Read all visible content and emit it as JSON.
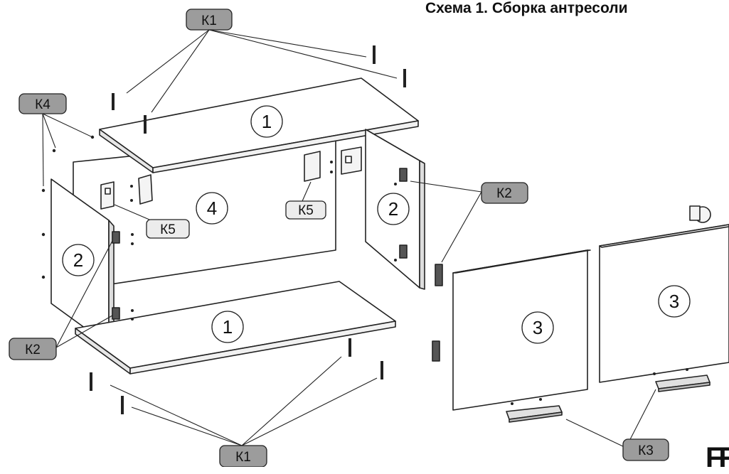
{
  "title": "Схема 1. Сборка антресоли",
  "corner_mark": "FF",
  "part_numbers": {
    "top_shelf": "1",
    "bottom_shelf": "1",
    "left_side": "2",
    "right_side": "2",
    "back_panel": "4",
    "left_door": "3",
    "right_door": "3"
  },
  "callouts": {
    "k1_top": "К1",
    "k1_bottom": "К1",
    "k4": "К4",
    "k5_left": "К5",
    "k5_right": "К5",
    "k2_right": "К2",
    "k2_left": "К2",
    "k3": "К3"
  },
  "colors": {
    "line": "#222222",
    "callout_dark": "#9c9c9c",
    "callout_light": "#ececec",
    "panel": "#ffffff"
  }
}
